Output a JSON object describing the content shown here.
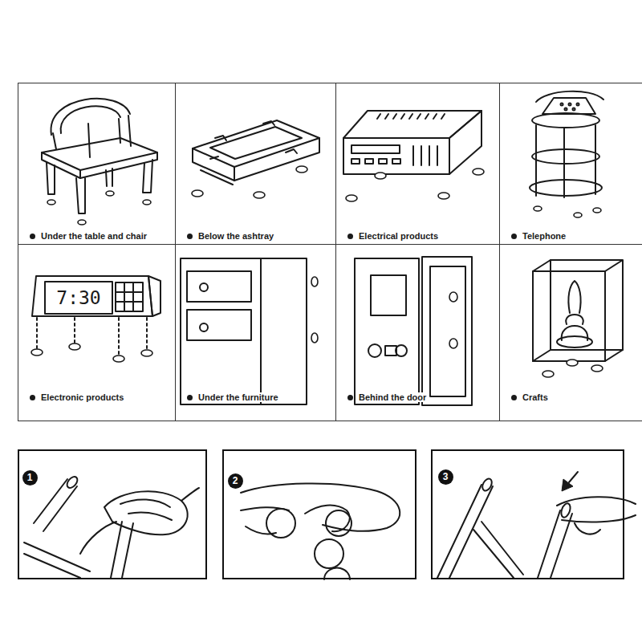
{
  "diagram": {
    "nodes": [
      {
        "text": [
          "Under the table and chair"
        ]
      },
      {
        "text": [
          "Below the ashtray"
        ]
      },
      {
        "text": [
          "Electrical products"
        ]
      },
      {
        "text": [
          "Telephone"
        ]
      },
      {
        "text": [
          "Electronic products"
        ]
      },
      {
        "text": [
          "Under the furniture"
        ]
      },
      {
        "text": [
          "Behind the door"
        ]
      },
      {
        "text": [
          "Crafts"
        ]
      },
      {
        "text": [
          "1"
        ]
      },
      {
        "text": [
          "2"
        ]
      },
      {
        "text": [
          "3"
        ]
      }
    ],
    "labels": [
      "7:30"
    ]
  }
}
